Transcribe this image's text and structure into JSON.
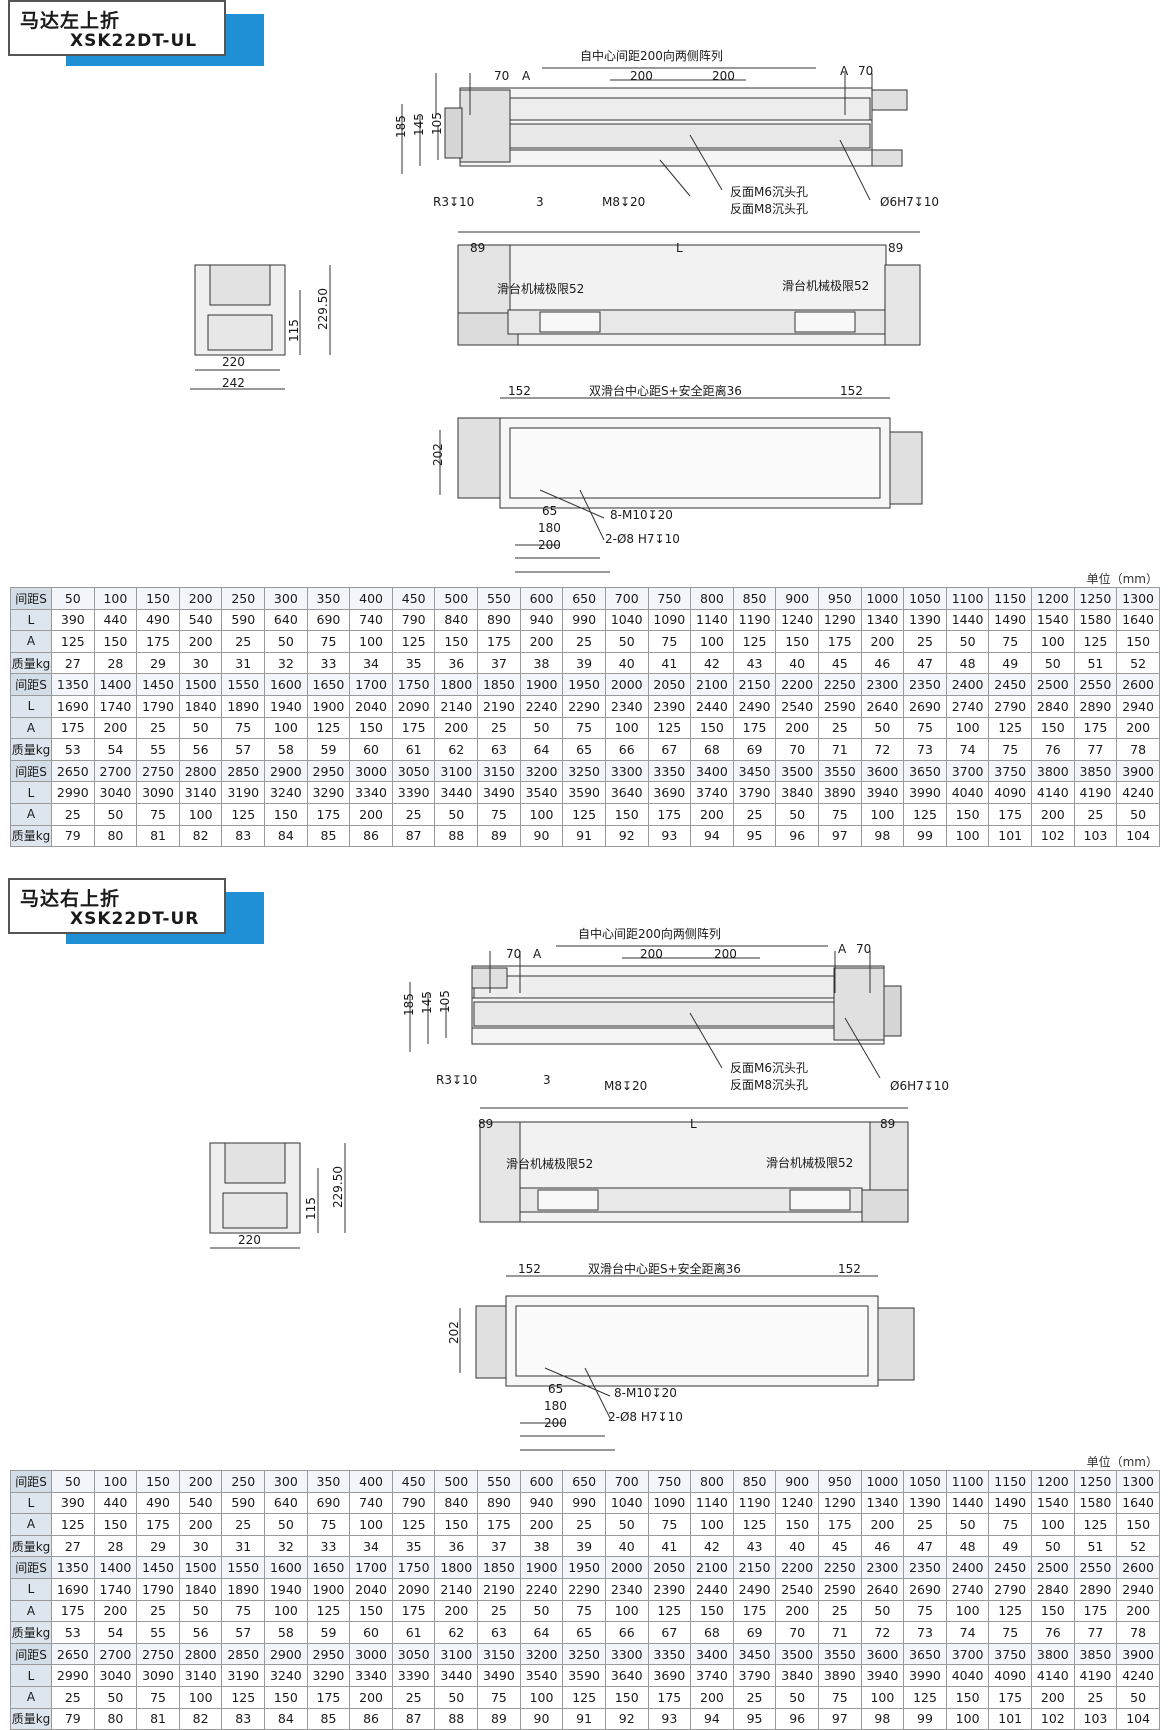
{
  "unit_label": "单位（mm）",
  "sections": [
    {
      "id": "sec1",
      "title_cn": "马达左上折",
      "model": "XSK22DT-UL",
      "labels": {
        "pitch_note": "自中心间距200向两侧阵列",
        "d70a": "70",
        "a": "A",
        "d200a": "200",
        "d200b": "200",
        "a2": "A",
        "d70b": "70",
        "h185": "185",
        "h145": "145",
        "h105": "105",
        "r3": "R3↧10",
        "d3": "3",
        "m8": "M8↧20",
        "m6c": "反面M6沉头孔",
        "m8c": "反面M8沉头孔",
        "h6": "Ø6H7↧10",
        "d89a": "89",
        "L": "L",
        "d89b": "89",
        "limit_l": "滑台机械极限52",
        "limit_r": "滑台机械极限52",
        "side_h1": "229.50",
        "side_h2": "115",
        "side_w1": "220",
        "side_w2": "242",
        "d152a": "152",
        "dual_note": "双滑台中心距S+安全距离36",
        "d152b": "152",
        "h202": "202",
        "d65": "65",
        "d180": "180",
        "d200c": "200",
        "m10": "8-M10↧20",
        "pin": "2-Ø8 H7↧10"
      }
    },
    {
      "id": "sec2",
      "title_cn": "马达右上折",
      "model": "XSK22DT-UR",
      "labels": {
        "pitch_note": "自中心间距200向两侧阵列",
        "d70a": "70",
        "a": "A",
        "d200a": "200",
        "d200b": "200",
        "a2": "A",
        "d70b": "70",
        "h185": "185",
        "h145": "145",
        "h105": "105",
        "r3": "R3↧10",
        "d3": "3",
        "m8": "M8↧20",
        "m6c": "反面M6沉头孔",
        "m8c": "反面M8沉头孔",
        "h6": "Ø6H7↧10",
        "d89a": "89",
        "L": "L",
        "d89b": "89",
        "limit_l": "滑台机械极限52",
        "limit_r": "滑台机械极限52",
        "side_h1": "229.50",
        "side_h2": "115",
        "side_w1": "220",
        "side_w2": "",
        "d152a": "152",
        "dual_note": "双滑台中心距S+安全距离36",
        "d152b": "152",
        "h202": "202",
        "d65": "65",
        "d180": "180",
        "d200c": "200",
        "m10": "8-M10↧20",
        "pin": "2-Ø8 H7↧10"
      }
    }
  ],
  "table": {
    "row_labels": [
      "间距S",
      "L",
      "A",
      "质量kg"
    ],
    "blocks": [
      {
        "S": [
          "50",
          "100",
          "150",
          "200",
          "250",
          "300",
          "350",
          "400",
          "450",
          "500",
          "550",
          "600",
          "650",
          "700",
          "750",
          "800",
          "850",
          "900",
          "950",
          "1000",
          "1050",
          "1100",
          "1150",
          "1200",
          "1250",
          "1300"
        ],
        "L": [
          "390",
          "440",
          "490",
          "540",
          "590",
          "640",
          "690",
          "740",
          "790",
          "840",
          "890",
          "940",
          "990",
          "1040",
          "1090",
          "1140",
          "1190",
          "1240",
          "1290",
          "1340",
          "1390",
          "1440",
          "1490",
          "1540",
          "1580",
          "1640"
        ],
        "A": [
          "125",
          "150",
          "175",
          "200",
          "25",
          "50",
          "75",
          "100",
          "125",
          "150",
          "175",
          "200",
          "25",
          "50",
          "75",
          "100",
          "125",
          "150",
          "175",
          "200",
          "25",
          "50",
          "75",
          "100",
          "125",
          "150"
        ],
        "kg": [
          "27",
          "28",
          "29",
          "30",
          "31",
          "32",
          "33",
          "34",
          "35",
          "36",
          "37",
          "38",
          "39",
          "40",
          "41",
          "42",
          "43",
          "40",
          "45",
          "46",
          "47",
          "48",
          "49",
          "50",
          "51",
          "52"
        ]
      },
      {
        "S": [
          "1350",
          "1400",
          "1450",
          "1500",
          "1550",
          "1600",
          "1650",
          "1700",
          "1750",
          "1800",
          "1850",
          "1900",
          "1950",
          "2000",
          "2050",
          "2100",
          "2150",
          "2200",
          "2250",
          "2300",
          "2350",
          "2400",
          "2450",
          "2500",
          "2550",
          "2600"
        ],
        "L": [
          "1690",
          "1740",
          "1790",
          "1840",
          "1890",
          "1940",
          "1900",
          "2040",
          "2090",
          "2140",
          "2190",
          "2240",
          "2290",
          "2340",
          "2390",
          "2440",
          "2490",
          "2540",
          "2590",
          "2640",
          "2690",
          "2740",
          "2790",
          "2840",
          "2890",
          "2940"
        ],
        "A": [
          "175",
          "200",
          "25",
          "50",
          "75",
          "100",
          "125",
          "150",
          "175",
          "200",
          "25",
          "50",
          "75",
          "100",
          "125",
          "150",
          "175",
          "200",
          "25",
          "50",
          "75",
          "100",
          "125",
          "150",
          "175",
          "200"
        ],
        "kg": [
          "53",
          "54",
          "55",
          "56",
          "57",
          "58",
          "59",
          "60",
          "61",
          "62",
          "63",
          "64",
          "65",
          "66",
          "67",
          "68",
          "69",
          "70",
          "71",
          "72",
          "73",
          "74",
          "75",
          "76",
          "77",
          "78"
        ]
      },
      {
        "S": [
          "2650",
          "2700",
          "2750",
          "2800",
          "2850",
          "2900",
          "2950",
          "3000",
          "3050",
          "3100",
          "3150",
          "3200",
          "3250",
          "3300",
          "3350",
          "3400",
          "3450",
          "3500",
          "3550",
          "3600",
          "3650",
          "3700",
          "3750",
          "3800",
          "3850",
          "3900"
        ],
        "L": [
          "2990",
          "3040",
          "3090",
          "3140",
          "3190",
          "3240",
          "3290",
          "3340",
          "3390",
          "3440",
          "3490",
          "3540",
          "3590",
          "3640",
          "3690",
          "3740",
          "3790",
          "3840",
          "3890",
          "3940",
          "3990",
          "4040",
          "4090",
          "4140",
          "4190",
          "4240"
        ],
        "A": [
          "25",
          "50",
          "75",
          "100",
          "125",
          "150",
          "175",
          "200",
          "25",
          "50",
          "75",
          "100",
          "125",
          "150",
          "175",
          "200",
          "25",
          "50",
          "75",
          "100",
          "125",
          "150",
          "175",
          "200",
          "25",
          "50"
        ],
        "kg": [
          "79",
          "80",
          "81",
          "82",
          "83",
          "84",
          "85",
          "86",
          "87",
          "88",
          "89",
          "90",
          "91",
          "92",
          "93",
          "94",
          "95",
          "96",
          "97",
          "98",
          "99",
          "100",
          "101",
          "102",
          "103",
          "104"
        ]
      }
    ]
  }
}
